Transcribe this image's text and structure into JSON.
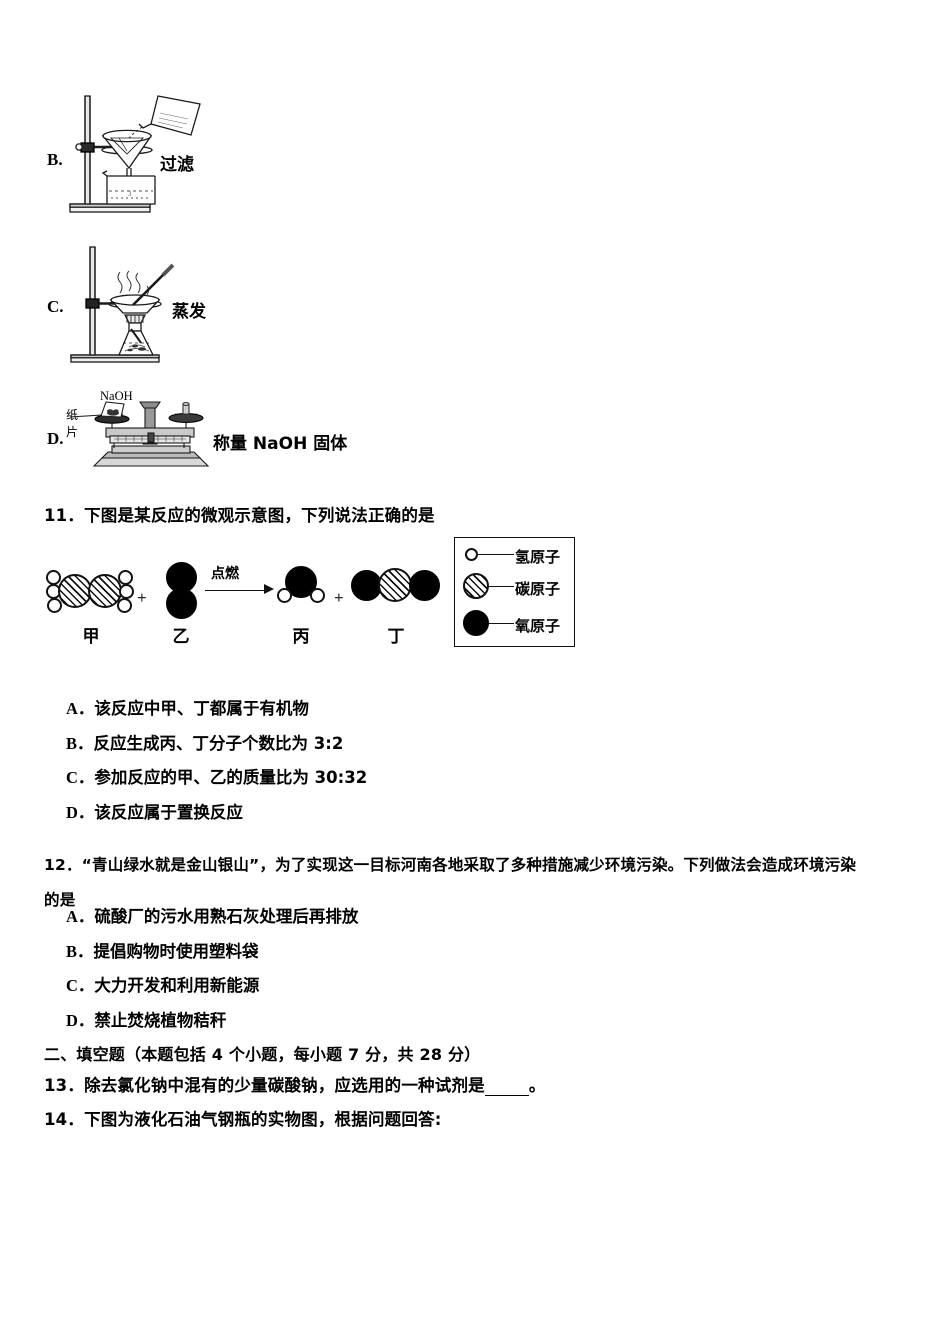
{
  "document": {
    "type": "chemistry-exam-paper",
    "page_background": "#ffffff"
  },
  "experiment_options": [
    {
      "letter": "B.",
      "caption": "过滤",
      "apparatus": "filtration-apparatus"
    },
    {
      "letter": "C.",
      "caption": "蒸发",
      "apparatus": "evaporation-apparatus"
    },
    {
      "letter": "D.",
      "caption": "称量 NaOH 固体",
      "apparatus": "balance-apparatus",
      "figure_labels": {
        "substance": "NaOH",
        "paper_line1": "纸",
        "paper_line2": "片"
      }
    }
  ],
  "question11": {
    "number": "11．",
    "stem": "下图是某反应的微观示意图，下列说法正确的是",
    "diagram": {
      "reactant1_label": "甲",
      "reactant2_label": "乙",
      "product1_label": "丙",
      "product2_label": "丁",
      "plus1": "+",
      "plus2": "+",
      "condition": "点燃"
    },
    "legend": [
      {
        "symbol": "hydrogen-atom",
        "label": "氢原子"
      },
      {
        "symbol": "carbon-atom",
        "label": "碳原子"
      },
      {
        "symbol": "oxygen-atom",
        "label": "氧原子"
      }
    ],
    "choices": [
      {
        "letter": "A．",
        "text": "该反应中甲、丁都属于有机物"
      },
      {
        "letter": "B．",
        "text": "反应生成丙、丁分子个数比为 3:2"
      },
      {
        "letter": "C．",
        "text": "参加反应的甲、乙的质量比为 30:32"
      },
      {
        "letter": "D．",
        "text": "该反应属于置换反应"
      }
    ]
  },
  "question12": {
    "number": "12．",
    "stem_line1": "“青山绿水就是金山银山”，为了实现这一目标河南各地采取了多种措施减少环境污染。下列做法会造成环境污染",
    "stem_line2": "的是",
    "choices": [
      {
        "letter": "A．",
        "text": "硫酸厂的污水用熟石灰处理后再排放"
      },
      {
        "letter": "B．",
        "text": "提倡购物时使用塑料袋"
      },
      {
        "letter": "C．",
        "text": "大力开发和利用新能源"
      },
      {
        "letter": "D．",
        "text": "禁止焚烧植物秸秆"
      }
    ]
  },
  "section2": {
    "heading": "二、填空题（本题包括 4 个小题，每小题 7 分，共 28 分）"
  },
  "question13": {
    "number": "13．",
    "text_before_blank": "除去氯化钠中混有的少量碳酸钠，应选用的一种试剂是",
    "text_after_blank": "。"
  },
  "question14": {
    "number": "14．",
    "text": "下图为液化石油气钢瓶的实物图，根据问题回答:"
  }
}
